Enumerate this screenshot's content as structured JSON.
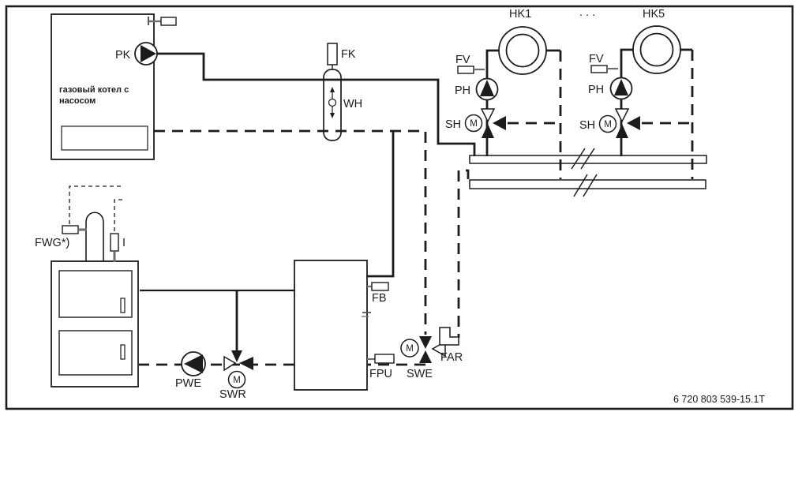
{
  "colors": {
    "line": "#1c1c1c",
    "stub": "#6e6e6e",
    "background": "#ffffff"
  },
  "doc_code": "6 720 803 539-15.1T",
  "gas_boiler": {
    "name_line1": "газовый котел с",
    "name_line2": "насосом",
    "pump": "PK"
  },
  "separator": {
    "sensor": "FK",
    "label": "WH"
  },
  "circuits": {
    "hk1": "HK1",
    "hk5": "HK5",
    "ellipsis": ". . .",
    "flow_sensor": "FV",
    "pump": "PH",
    "valve": "SH",
    "motor": "M"
  },
  "solid_fuel_boiler": {
    "flue_sensor": "FWG*)",
    "inlet": "I"
  },
  "buffer_tank": {
    "sensor_top": "FB",
    "sensor_bottom": "FPU"
  },
  "charge_group": {
    "pump": "PWE",
    "valve": "SWR",
    "motor": "M"
  },
  "return_group": {
    "valve": "SWE",
    "sensor": "FAR",
    "motor": "M"
  }
}
